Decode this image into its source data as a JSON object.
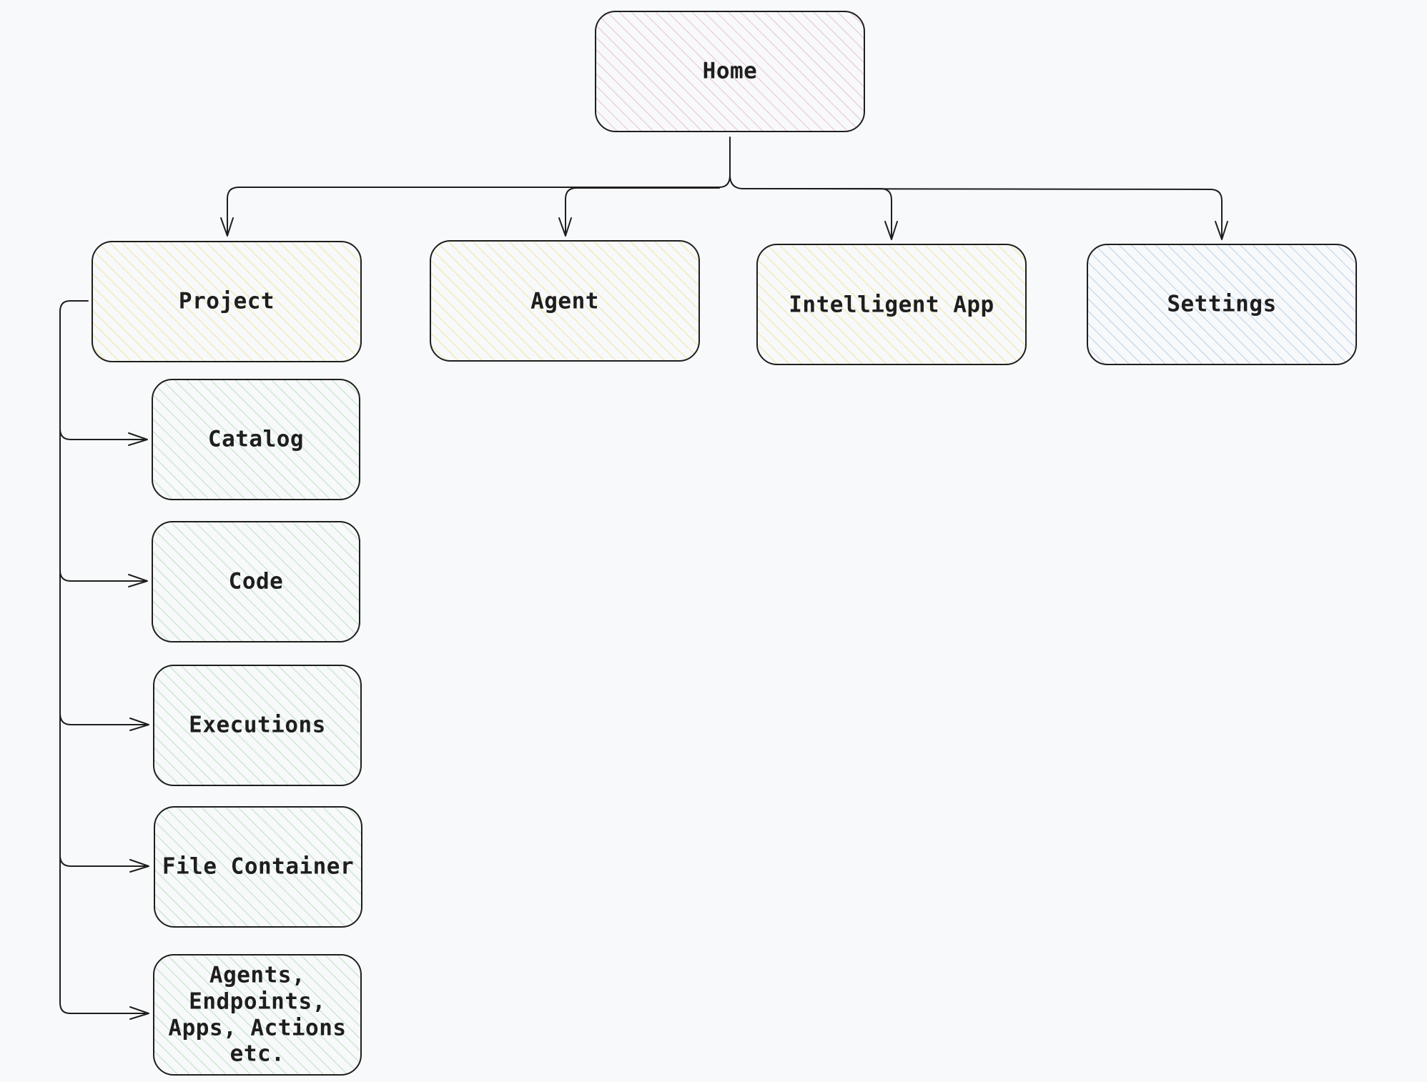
{
  "colors": {
    "stroke": "#1e1e1e",
    "pink": "#e7c6d2",
    "yellow": "#f0e6a6",
    "green": "#bfe3c8",
    "blue": "#bcd3ec"
  },
  "nodes": {
    "home": {
      "label": "Home"
    },
    "project": {
      "label": "Project"
    },
    "agent": {
      "label": "Agent"
    },
    "intel_app": {
      "label": "Intelligent App"
    },
    "settings": {
      "label": "Settings"
    },
    "catalog": {
      "label": "Catalog"
    },
    "code": {
      "label": "Code"
    },
    "executions": {
      "label": "Executions"
    },
    "file_container": {
      "label": "File Container"
    },
    "agents_etc": {
      "lines": [
        "Agents,",
        "Endpoints,",
        "Apps, Actions",
        "etc."
      ]
    }
  }
}
